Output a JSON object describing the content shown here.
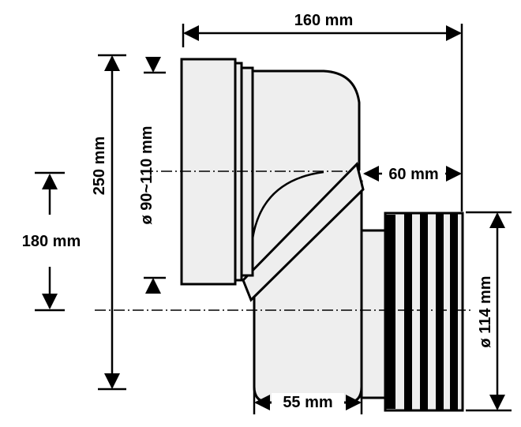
{
  "labels": {
    "width_total": "160 mm",
    "height_total": "250 mm",
    "inlet_diameter": "ø 90~110 mm",
    "offset_height": "180 mm",
    "offset_inner": "60 mm",
    "outlet_diameter": "ø 114 mm",
    "bottom_width": "55 mm"
  },
  "colors": {
    "stroke": "#000000",
    "fill": "#eeeeee",
    "background": "#ffffff"
  }
}
